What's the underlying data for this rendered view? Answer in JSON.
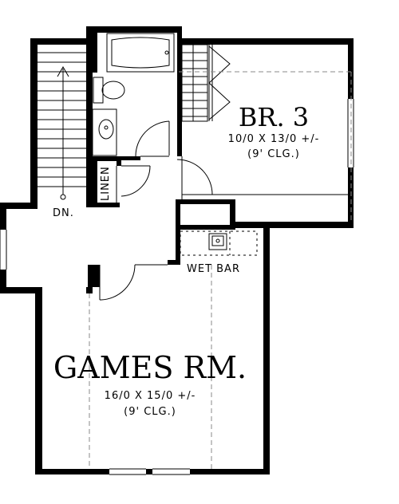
{
  "rooms": {
    "bedroom": {
      "title": "BR. 3",
      "size": "10/0 X 13/0 +/-",
      "ceiling": "(9' CLG.)"
    },
    "games": {
      "title": "GAMES RM.",
      "size": "16/0 X 15/0 +/-",
      "ceiling": "(9' CLG.)"
    }
  },
  "labels": {
    "linen": "LINEN",
    "wet_bar": "WET BAR",
    "stairs_down": "DN."
  }
}
